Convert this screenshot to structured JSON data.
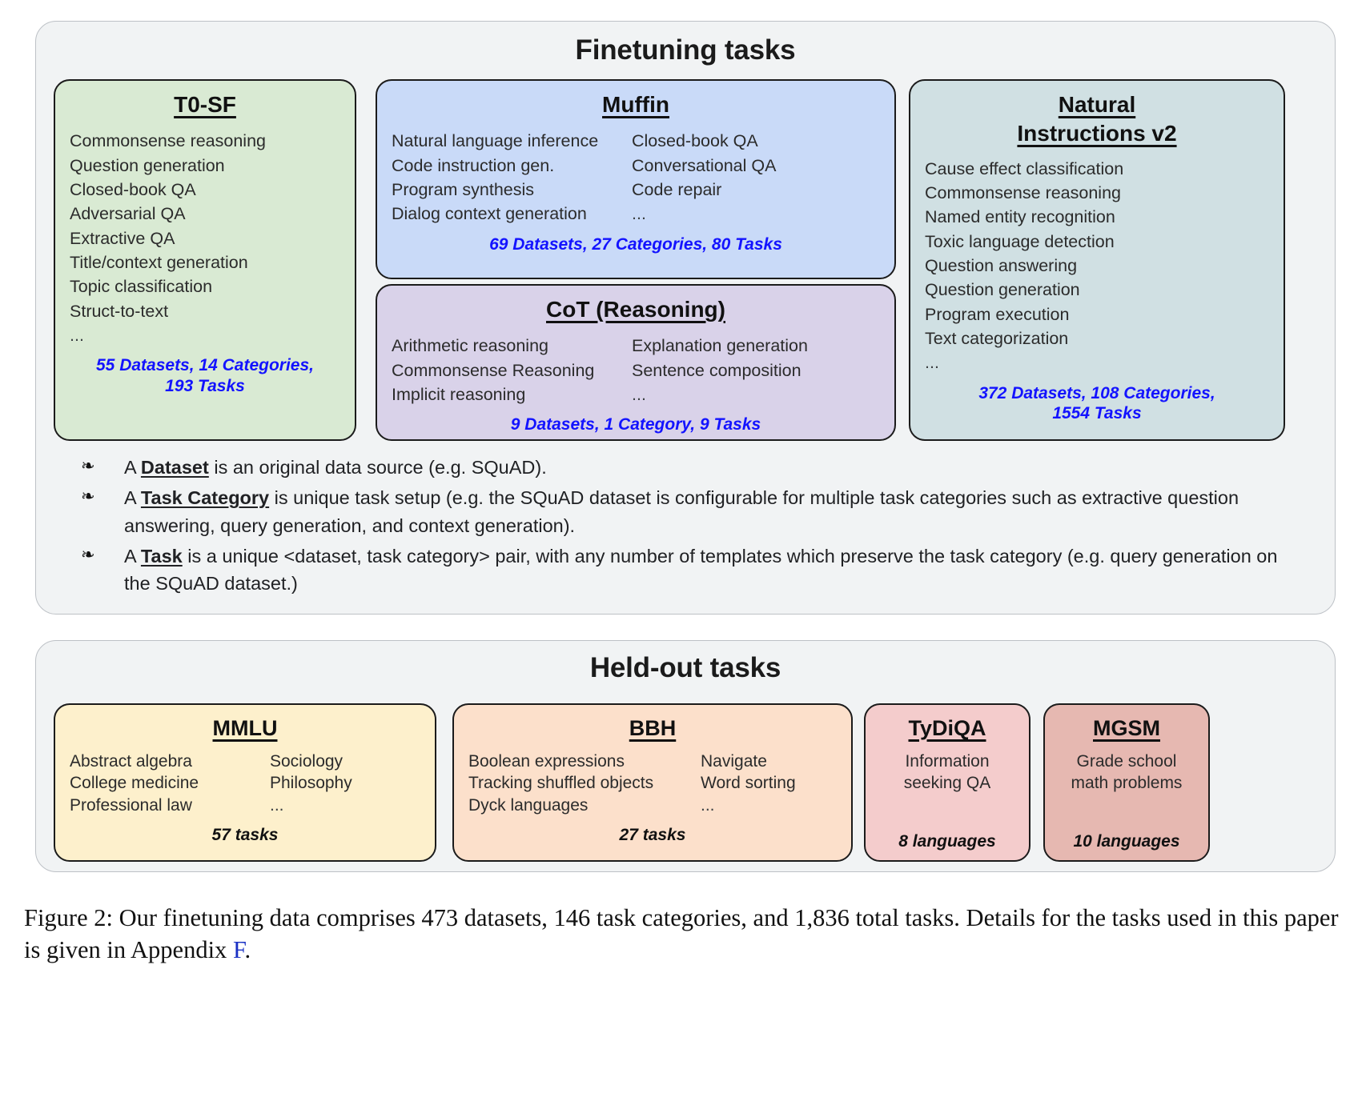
{
  "finetuning": {
    "title": "Finetuning tasks",
    "cards": [
      {
        "name": "T0-SF",
        "title": "T0-SF",
        "items_col_a": [
          "Commonsense reasoning",
          "Question generation",
          "Closed-book QA",
          "Adversarial QA",
          "Extractive QA",
          "Title/context generation",
          "Topic classification",
          "Struct-to-text"
        ],
        "ellipsis": "...",
        "stats_line1": "55 Datasets, 14 Categories,",
        "stats_line2": "193 Tasks",
        "color": "#d9ead3"
      },
      {
        "name": "Muffin",
        "title": "Muffin",
        "items_col_a": [
          "Natural language inference",
          "Code instruction gen.",
          "Program synthesis",
          "Dialog context generation"
        ],
        "items_col_b": [
          "Closed-book QA",
          "Conversational QA",
          "Code repair",
          "..."
        ],
        "stats_line1": "69 Datasets, 27 Categories, 80 Tasks",
        "color": "#c9daf8"
      },
      {
        "name": "CoT (Reasoning)",
        "title": "CoT (Reasoning)",
        "items_col_a": [
          "Arithmetic reasoning",
          "Commonsense Reasoning",
          "Implicit reasoning"
        ],
        "items_col_b": [
          "Explanation generation",
          "Sentence composition",
          "..."
        ],
        "stats_line1": "9 Datasets, 1 Category, 9 Tasks",
        "color": "#d9d2e9"
      },
      {
        "name": "Natural Instructions v2",
        "title_line1": "Natural",
        "title_line2": "Instructions v2",
        "items_col_a": [
          "Cause effect classification",
          "Commonsense reasoning",
          "Named entity recognition",
          "Toxic language detection",
          "Question answering",
          "Question generation",
          "Program execution",
          "Text categorization"
        ],
        "ellipsis": "...",
        "stats_line1": "372 Datasets, 108 Categories,",
        "stats_line2": "1554 Tasks",
        "color": "#d0e0e3"
      }
    ],
    "definitions": [
      {
        "bullet": "diamond-bullet-icon",
        "prefix": "A ",
        "term": "Dataset",
        "rest": " is an original data source (e.g. SQuAD)."
      },
      {
        "bullet": "diamond-bullet-icon",
        "prefix": "A ",
        "term": "Task Category",
        "rest": " is unique task setup (e.g. the SQuAD dataset is configurable for multiple task categories such as extractive question answering, query generation, and context generation)."
      },
      {
        "bullet": "diamond-bullet-icon",
        "prefix": "A ",
        "term": "Task",
        "rest": " is a unique <dataset, task category> pair, with any number of templates which preserve the task category (e.g. query generation on the SQuAD dataset.)"
      }
    ]
  },
  "heldout": {
    "title": "Held-out tasks",
    "cards": [
      {
        "name": "MMLU",
        "title": "MMLU",
        "items_col_a": [
          "Abstract algebra",
          "College medicine",
          "Professional law"
        ],
        "items_col_b": [
          "Sociology",
          "Philosophy",
          "..."
        ],
        "stats": "57 tasks",
        "color": "#fdf0cc"
      },
      {
        "name": "BBH",
        "title": "BBH",
        "items_col_a": [
          "Boolean expressions",
          "Tracking shuffled objects",
          "Dyck languages"
        ],
        "items_col_b": [
          "Navigate",
          "Word sorting",
          "..."
        ],
        "stats": "27 tasks",
        "color": "#fce0cb"
      },
      {
        "name": "TyDiQA",
        "title": "TyDiQA",
        "body_line1": "Information",
        "body_line2": "seeking QA",
        "stats": "8 languages",
        "color": "#f4cccc"
      },
      {
        "name": "MGSM",
        "title": "MGSM",
        "body_line1": "Grade school",
        "body_line2": "math problems",
        "stats": "10 languages",
        "color": "#e6b8b1"
      }
    ]
  },
  "caption": {
    "part1": "Figure 2: Our finetuning data comprises 473 datasets, 146 task categories, and 1,836 total tasks. Details for the tasks used in this paper is given in Appendix ",
    "link": "F",
    "part2": "."
  },
  "colors": {
    "panel_bg": "#f1f3f4",
    "panel_border": "#bdc1c6",
    "stats_blue": "#1313ff",
    "caption_link": "#1a31c4",
    "card_border": "#1b1b1b"
  }
}
